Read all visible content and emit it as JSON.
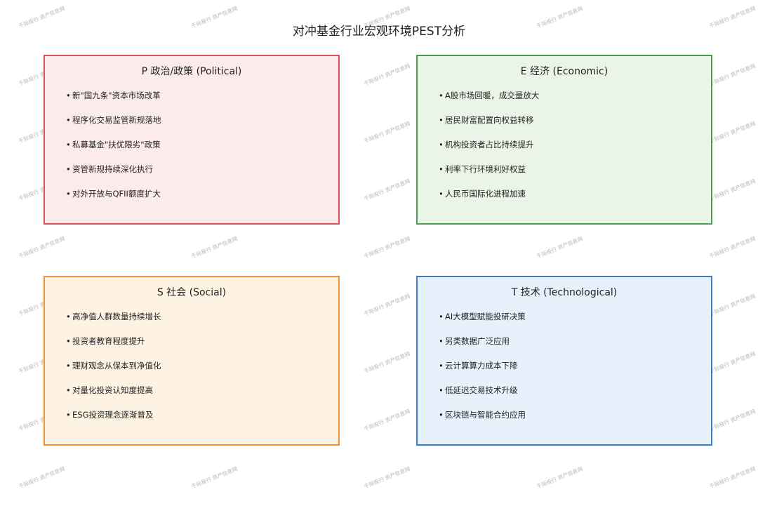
{
  "title": "对冲基金行业宏观环境PEST分析",
  "watermark_text": "千际投行  资产信息网",
  "colors": {
    "political_border": "#d9545a",
    "political_fill": "#fcebec",
    "economic_border": "#4e9a4f",
    "economic_fill": "#eaf5e8",
    "social_border": "#f0923a",
    "social_fill": "#fef3e2",
    "technological_border": "#3d7cc7",
    "technological_fill": "#e6f1fb"
  },
  "panels": {
    "political": {
      "heading": "P 政治/政策 (Political)",
      "items": [
        "新\"国九条\"资本市场改革",
        "程序化交易监管新规落地",
        "私募基金\"扶优限劣\"政策",
        "资管新规持续深化执行",
        "对外开放与QFII额度扩大"
      ]
    },
    "economic": {
      "heading": "E 经济 (Economic)",
      "items": [
        "A股市场回暖，成交量放大",
        "居民财富配置向权益转移",
        "机构投资者占比持续提升",
        "利率下行环境利好权益",
        "人民币国际化进程加速"
      ]
    },
    "social": {
      "heading": "S 社会 (Social)",
      "items": [
        "高净值人群数量持续增长",
        "投资者教育程度提升",
        "理财观念从保本到净值化",
        "对量化投资认知度提高",
        "ESG投资理念逐渐普及"
      ]
    },
    "technological": {
      "heading": "T 技术 (Technological)",
      "items": [
        "AI大模型赋能投研决策",
        "另类数据广泛应用",
        "云计算算力成本下降",
        "低延迟交易技术升级",
        "区块链与智能合约应用"
      ]
    }
  }
}
